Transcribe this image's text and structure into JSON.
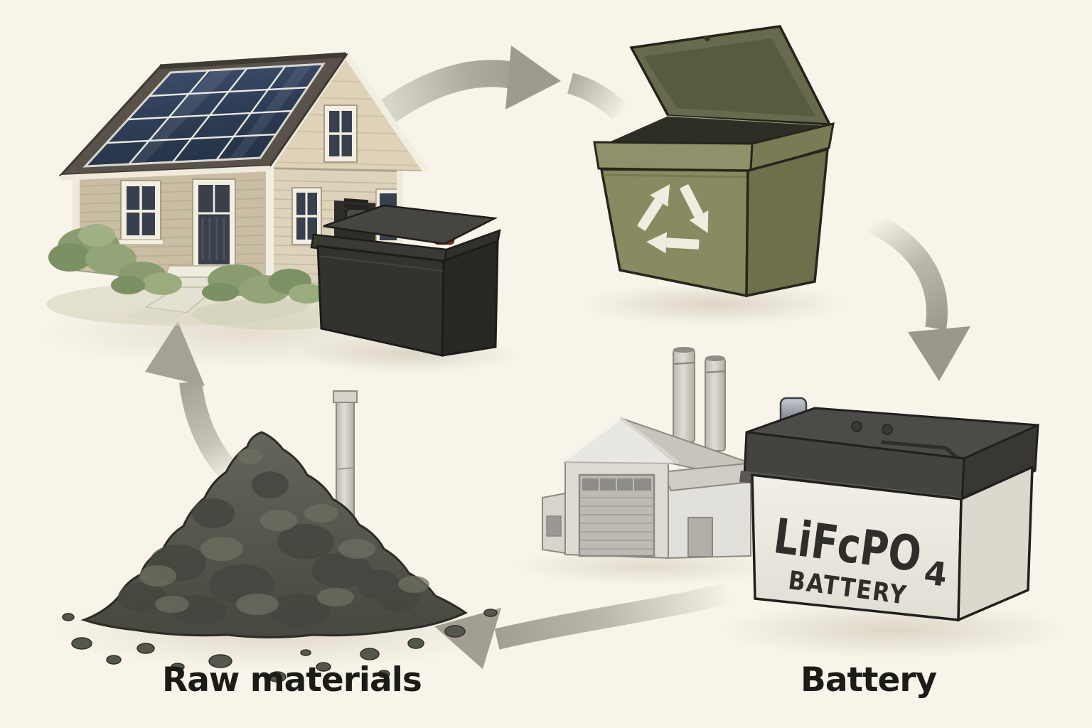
{
  "scene": {
    "description": "Hand-drawn battery lifecycle loop: solar house with home battery, recycling bin, LiFePO4 battery at factory, raw materials pile, connected by gray curved arrows",
    "labels": {
      "raw_materials": "Raw materials",
      "battery": "Battery"
    },
    "battery_face": {
      "chemistry": "LiFcPO",
      "subscript": "4",
      "word": "BATTERY"
    },
    "icons": [
      "solar-house-icon",
      "home-battery-icon",
      "recycling-bin-icon",
      "recycle-symbol-icon",
      "factory-icon",
      "lifepo4-battery-icon",
      "raw-materials-pile-icon",
      "cycle-arrow-house-to-bin-icon",
      "cycle-arrow-bin-to-battery-icon",
      "cycle-arrow-battery-to-materials-icon",
      "cycle-arrow-materials-to-house-icon"
    ],
    "palette": {
      "background": "#F8F4E9",
      "arrow_gray": "#A6A295",
      "bin_olive": "#8A8A62",
      "bin_lid": "#676A4C",
      "solar_blue": "#2F3E57",
      "house_wall_tan": "#C9BDA4",
      "house_wall_light": "#DDD3BB",
      "trim_white": "#F2EEE1",
      "home_battery_dark": "#34322E",
      "battery_body_white": "#EDEBE3",
      "battery_lid_dark": "#45433F",
      "terminal_red": "#CF4339",
      "terminal_silver": "#9AA0A8",
      "pile_gray": "#575850",
      "factory_gray": "#E0DED8",
      "label_black": "#1B1B17"
    }
  }
}
